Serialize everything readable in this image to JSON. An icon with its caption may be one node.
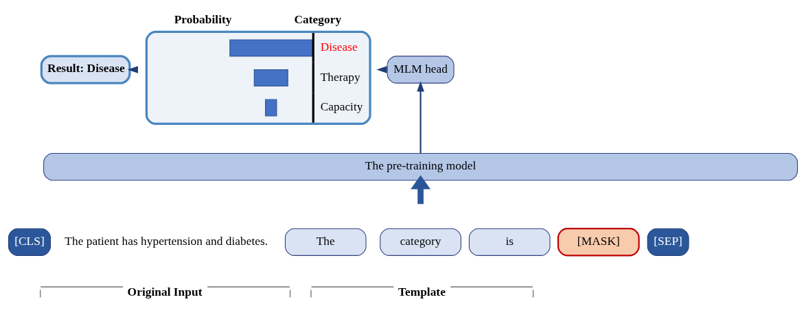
{
  "diagram": {
    "nodes": [
      {
        "text": [
          "Result: Disease"
        ]
      },
      {
        "text": [
          "Probability",
          "Category",
          "Disease",
          "Therapy",
          "Capacity"
        ]
      },
      {
        "text": [
          "MLM head"
        ]
      },
      {
        "text": [
          "The pre-training model"
        ]
      },
      {
        "text": [
          "[CLS]"
        ]
      },
      {
        "text": [
          "The"
        ]
      },
      {
        "text": [
          "category"
        ]
      },
      {
        "text": [
          "is"
        ]
      },
      {
        "text": [
          "[MASK]"
        ]
      },
      {
        "text": [
          "[SEP]"
        ]
      }
    ],
    "edges": [
      {
        "from": 1,
        "to": 0,
        "arrow": "to"
      },
      {
        "from": 2,
        "to": 1,
        "arrow": "to"
      },
      {
        "from": 3,
        "to": 2,
        "arrow": "to"
      },
      {
        "from": null,
        "to": 3,
        "arrow": "to",
        "style": "thick"
      }
    ],
    "labels": [
      "The patient has hypertension and diabetes.",
      "Original Input",
      "Template"
    ]
  }
}
